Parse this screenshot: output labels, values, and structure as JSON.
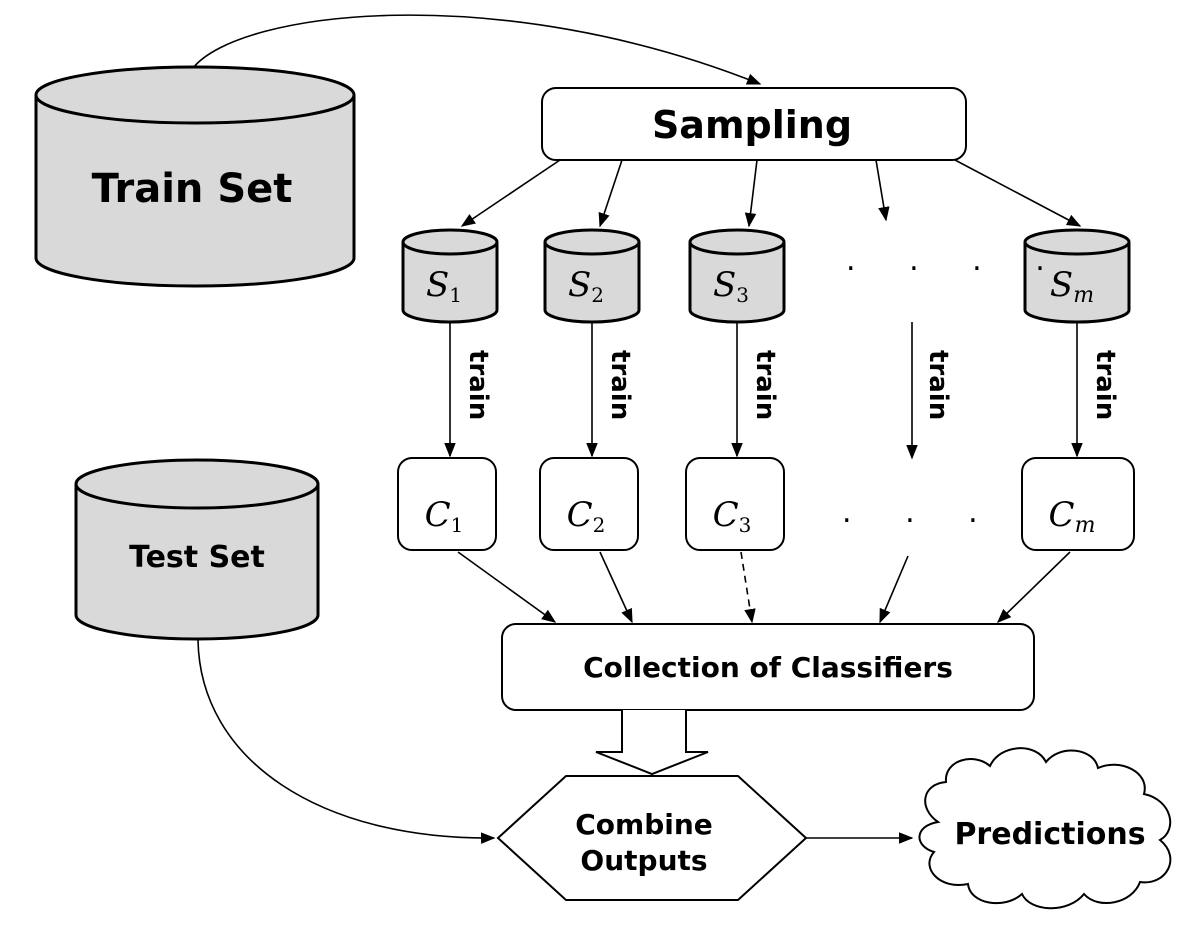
{
  "diagram": {
    "train_set": "Train Set",
    "test_set": "Test Set",
    "sampling": "Sampling",
    "samples": [
      {
        "base": "S",
        "sub": "1"
      },
      {
        "base": "S",
        "sub": "2"
      },
      {
        "base": "S",
        "sub": "3"
      },
      {
        "base": "S",
        "sub": "m"
      }
    ],
    "classifiers": [
      {
        "base": "C",
        "sub": "1"
      },
      {
        "base": "C",
        "sub": "2"
      },
      {
        "base": "C",
        "sub": "3"
      },
      {
        "base": "C",
        "sub": "m"
      }
    ],
    "train_label": "train",
    "ellipsis": ". . . .",
    "collection": "Collection of Classifiers",
    "combine_line1": "Combine",
    "combine_line2": "Outputs",
    "predictions": "Predictions"
  }
}
